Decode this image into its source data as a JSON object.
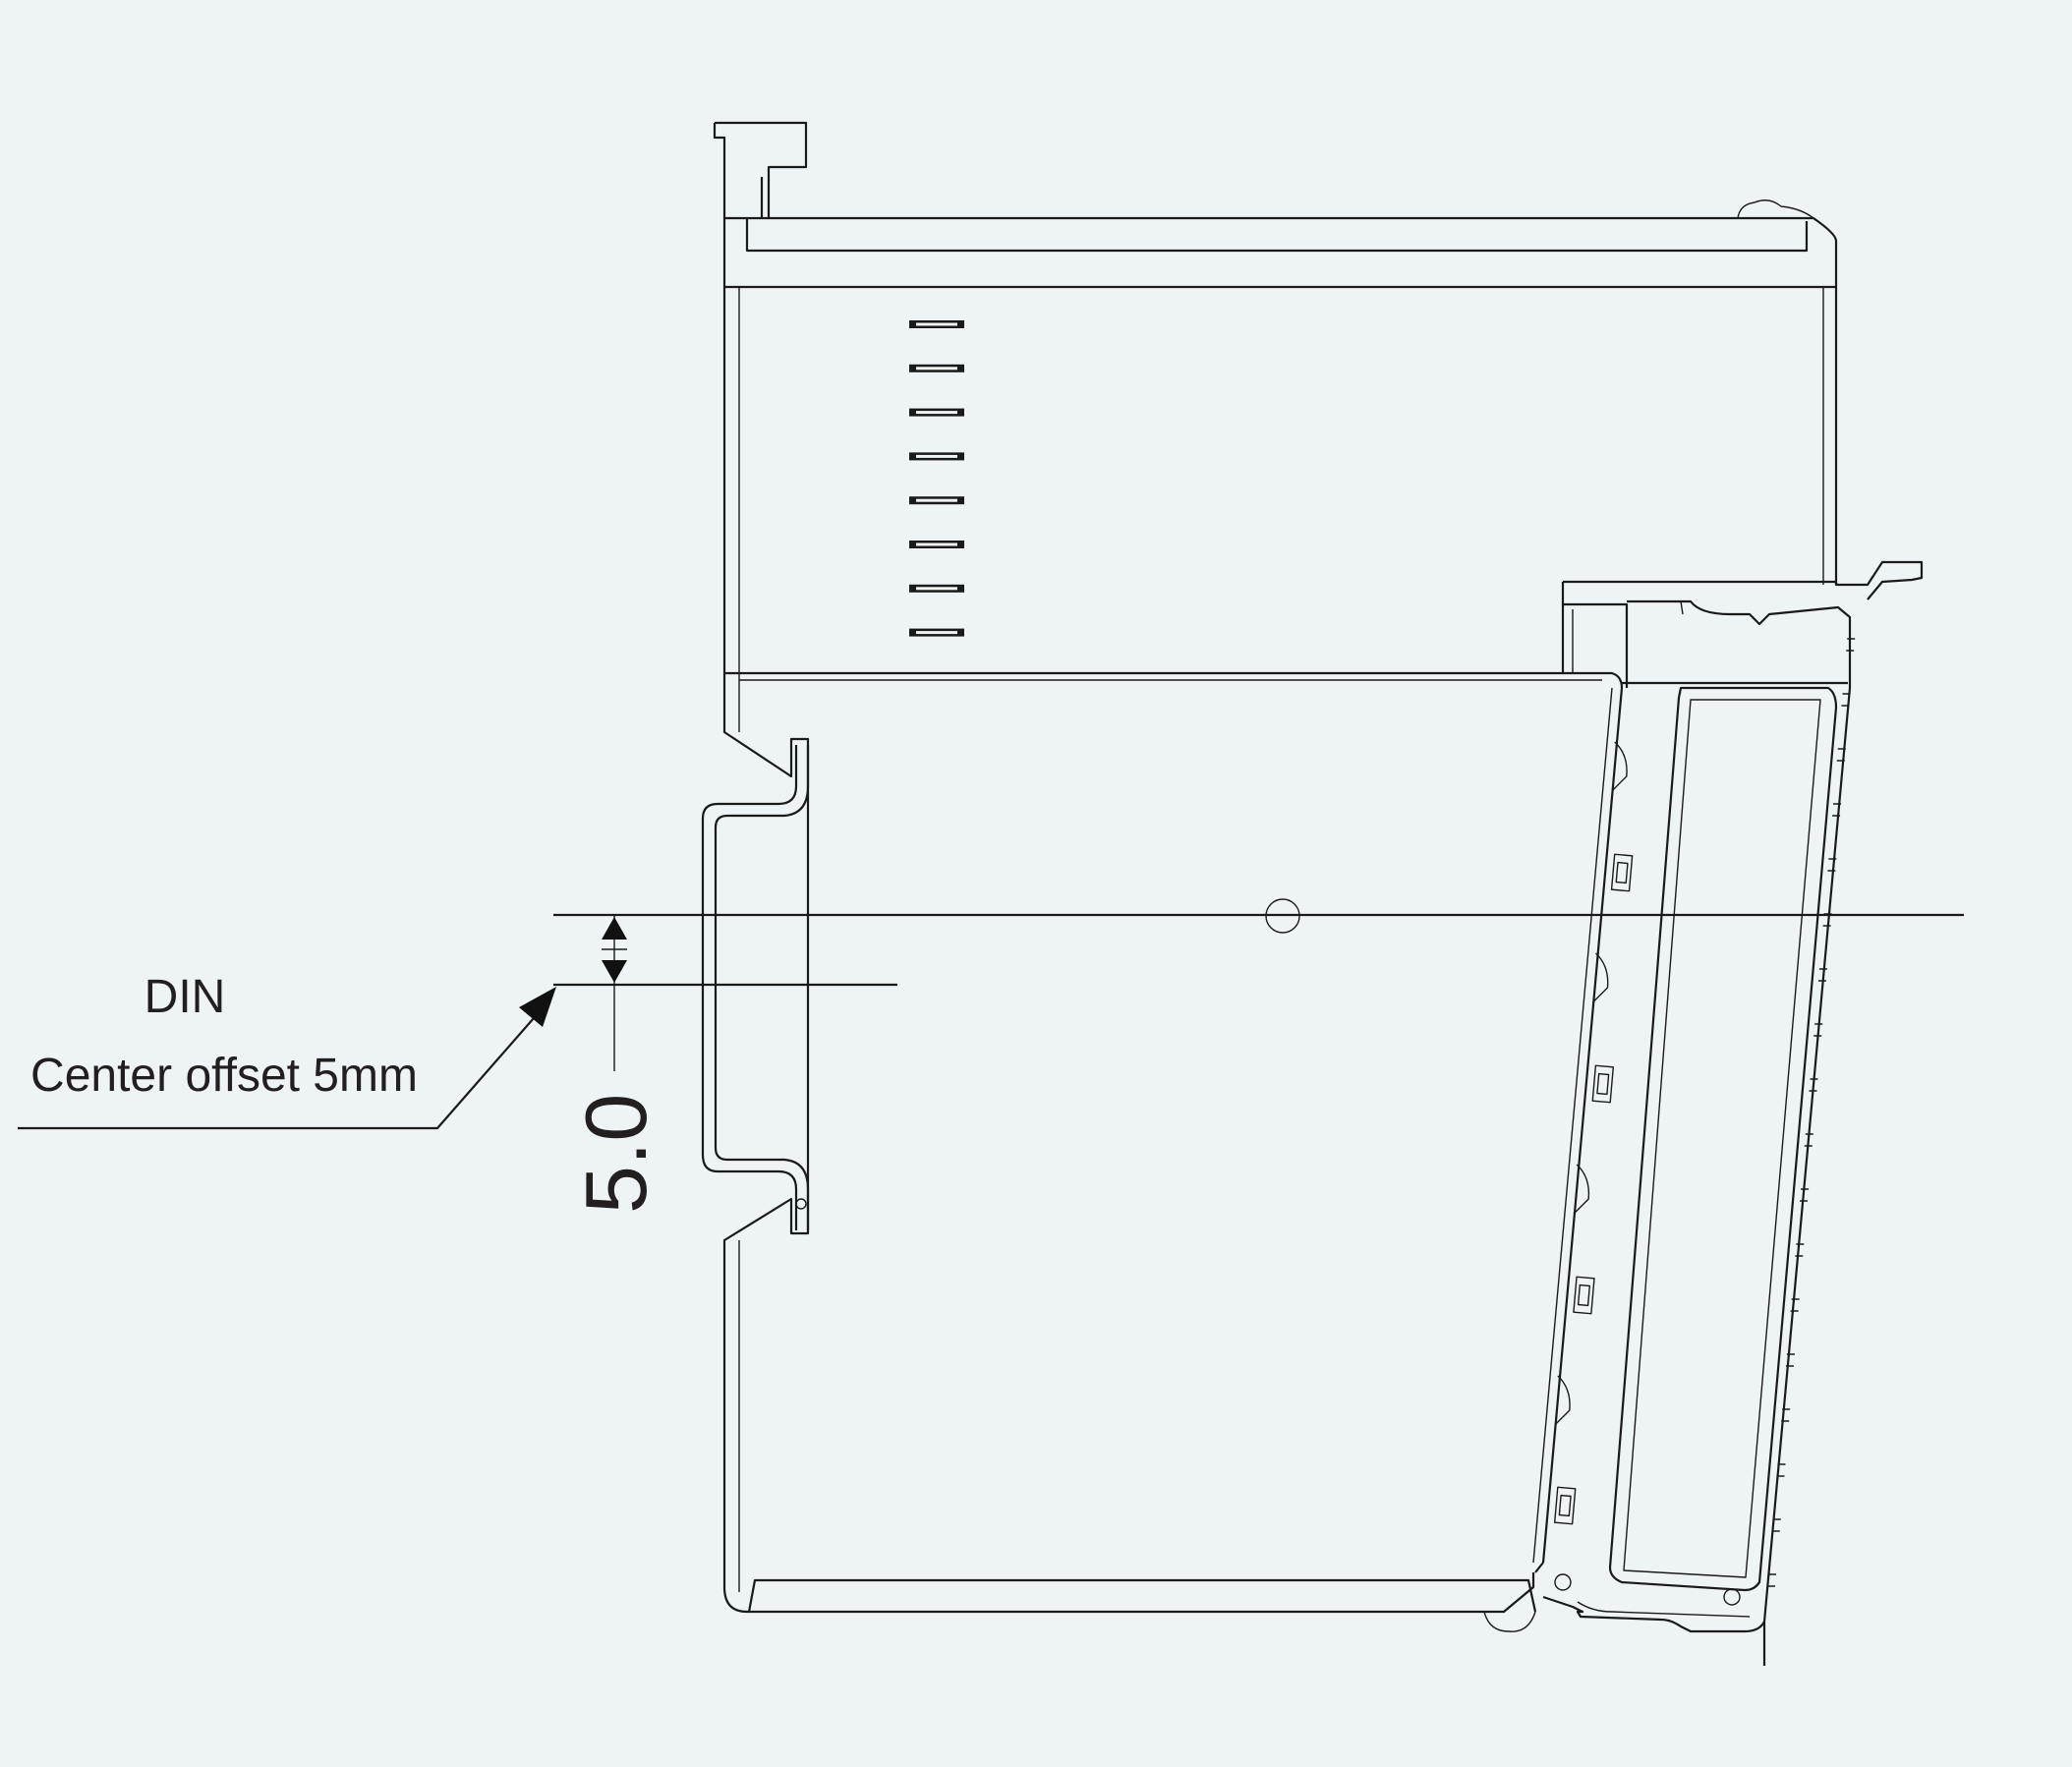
{
  "diagram": {
    "callout": {
      "line1": "DIN",
      "line2": "Center offset 5mm"
    },
    "dimension": {
      "value": "5.0"
    }
  },
  "colors": {
    "background": "#eef3f5",
    "stroke": "#1a1a1a",
    "text": "#231f20"
  }
}
